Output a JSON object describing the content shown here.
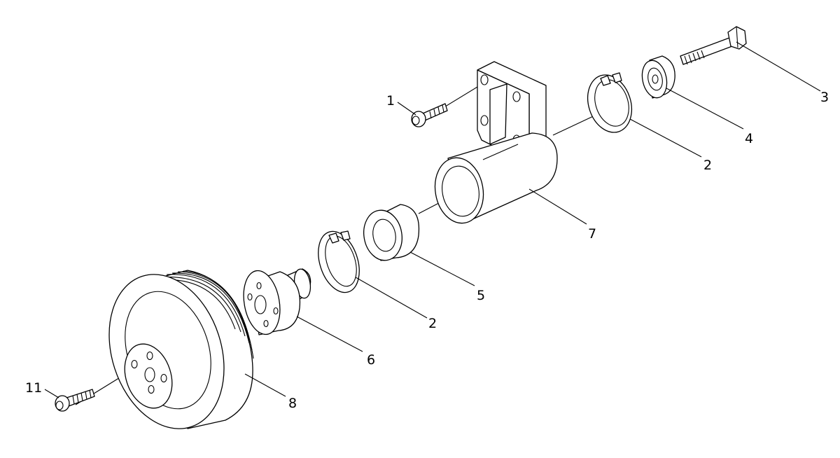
{
  "callouts": {
    "c1": "1",
    "c2a": "2",
    "c2b": "2",
    "c3": "3",
    "c4": "4",
    "c5": "5",
    "c6": "6",
    "c7": "7",
    "c8": "8",
    "c11": "11"
  },
  "colors": {
    "line": "#000000",
    "background": "#ffffff"
  }
}
